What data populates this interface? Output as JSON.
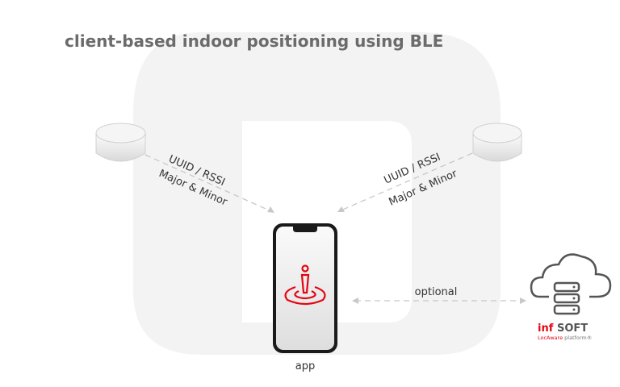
{
  "title": "client-based indoor positioning using BLE",
  "left_beacon": {
    "line1": "UUID / RSSI",
    "line2": "Major & Minor"
  },
  "right_beacon": {
    "line1": "UUID / RSSI",
    "line2": "Major & Minor"
  },
  "phone_label": "app",
  "link_label": "optional",
  "logo": {
    "brand": "INFSOFT",
    "tagline": "LocAware platform®"
  },
  "colors": {
    "accent": "#e30613",
    "title": "#6b6b6b",
    "watermark": "#f2f2f2",
    "dash": "#c8c8c8"
  }
}
